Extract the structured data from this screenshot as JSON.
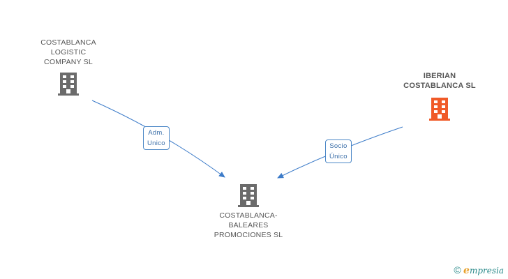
{
  "nodes": {
    "logistic": {
      "lines": [
        "COSTABLANCA",
        "LOGISTIC",
        "COMPANY  SL"
      ],
      "color": "#6b6b6b"
    },
    "iberian": {
      "lines": [
        "IBERIAN",
        "COSTABLANCA SL"
      ],
      "color": "#f05a28"
    },
    "baleares": {
      "lines": [
        "COSTABLANCA-",
        "BALEARES",
        "PROMOCIONES SL"
      ],
      "color": "#6b6b6b"
    }
  },
  "edges": {
    "adm": {
      "lines": [
        "Adm.",
        "Unico"
      ]
    },
    "socio": {
      "lines": [
        "Socio",
        "Único"
      ]
    }
  },
  "footer": {
    "copyright": "©",
    "brand_first": "e",
    "brand_rest": "mpresia"
  },
  "colors": {
    "edge": "#3d7cc9"
  }
}
